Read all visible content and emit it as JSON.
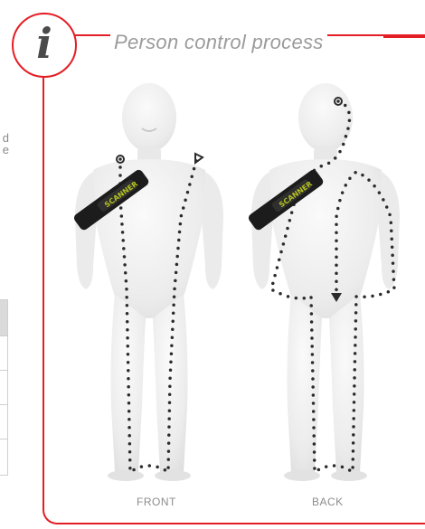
{
  "header": {
    "title": "Person control process",
    "info_glyph": "i"
  },
  "figures": {
    "front_label": "FRONT",
    "back_label": "BACK",
    "scanner_label": "SCANNER"
  },
  "background_fragment": {
    "line1": "d",
    "line2": "e"
  },
  "colors": {
    "accent": "#e31e24",
    "title": "#9b9b9b",
    "body": "#f0f0f0",
    "path": "#2b2b2b"
  }
}
